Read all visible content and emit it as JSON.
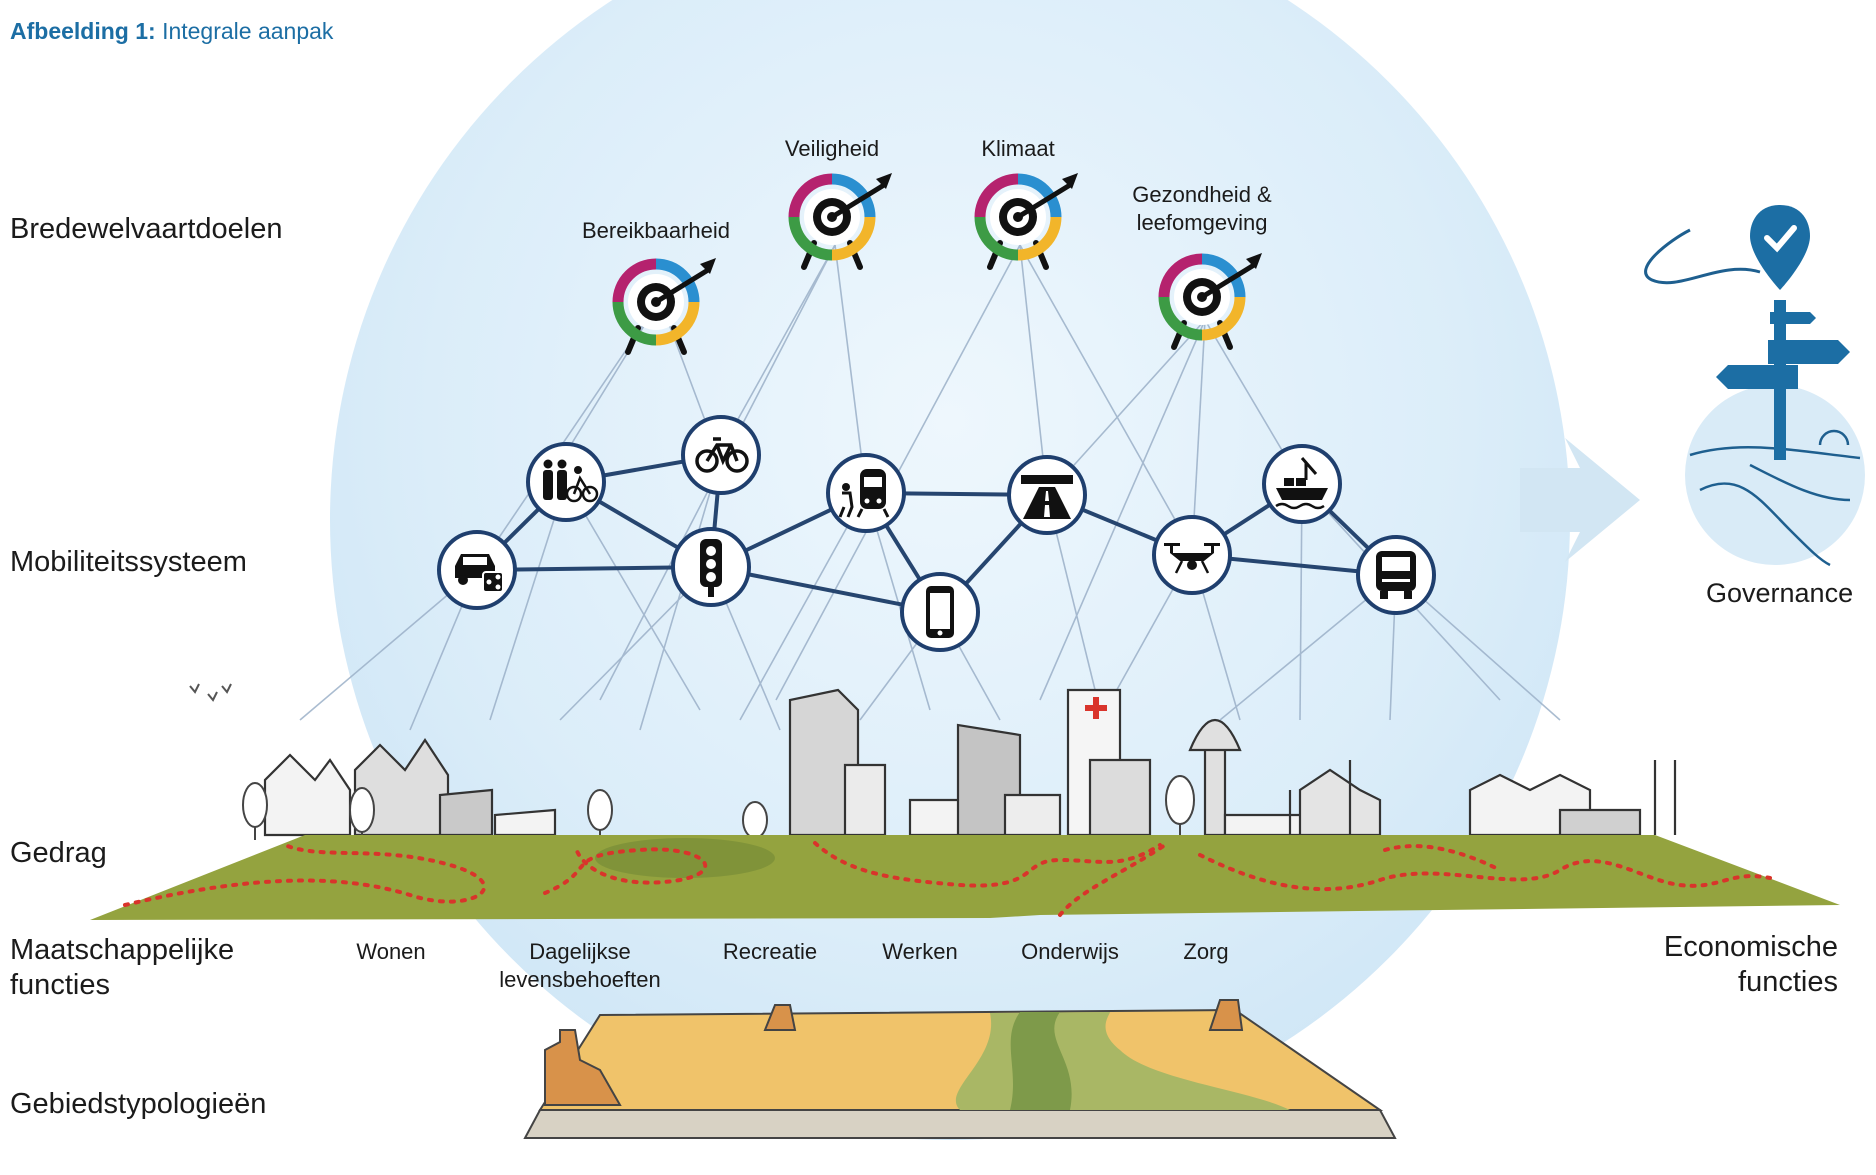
{
  "caption": {
    "prefix": "Afbeelding 1:",
    "title": "Integrale aanpak"
  },
  "layers": {
    "goals": "Bredewelvaartdoelen",
    "mobility": "Mobiliteitssysteem",
    "behavior": "Gedrag",
    "social_line1": "Maatschappelijke",
    "social_line2": "functies",
    "area": "Gebiedstypologieën"
  },
  "goals": [
    {
      "line1": "Bereikbaarheid",
      "line2": ""
    },
    {
      "line1": "Veiligheid",
      "line2": ""
    },
    {
      "line1": "Klimaat",
      "line2": ""
    },
    {
      "line1": "Gezondheid &",
      "line2": "leefomgeving"
    }
  ],
  "functions": [
    {
      "line1": "Wonen",
      "line2": ""
    },
    {
      "line1": "Dagelijkse",
      "line2": "levensbehoeften"
    },
    {
      "line1": "Recreatie",
      "line2": ""
    },
    {
      "line1": "Werken",
      "line2": ""
    },
    {
      "line1": "Onderwijs",
      "line2": ""
    },
    {
      "line1": "Zorg",
      "line2": ""
    }
  ],
  "economic": {
    "line1": "Economische",
    "line2": "functies"
  },
  "governance": "Governance",
  "mobility_nodes": [
    {
      "icon": "car-share-icon"
    },
    {
      "icon": "pedestrian-cyclist-icon"
    },
    {
      "icon": "bicycle-icon"
    },
    {
      "icon": "traffic-light-icon"
    },
    {
      "icon": "public-transport-icon"
    },
    {
      "icon": "smartphone-icon"
    },
    {
      "icon": "highway-icon"
    },
    {
      "icon": "drone-icon"
    },
    {
      "icon": "ship-crane-icon"
    },
    {
      "icon": "truck-icon"
    }
  ],
  "colors": {
    "accent": "#1c6ea4",
    "node_stroke": "#1f3f6e",
    "network_line": "#26456f",
    "globe": "#dceef9",
    "ground": "#94a33f",
    "route_dots": "#d9342b",
    "target_magenta": "#b5226e",
    "target_blue": "#2a8fd0",
    "target_yellow": "#f2b52a",
    "target_green": "#3d9b45"
  }
}
